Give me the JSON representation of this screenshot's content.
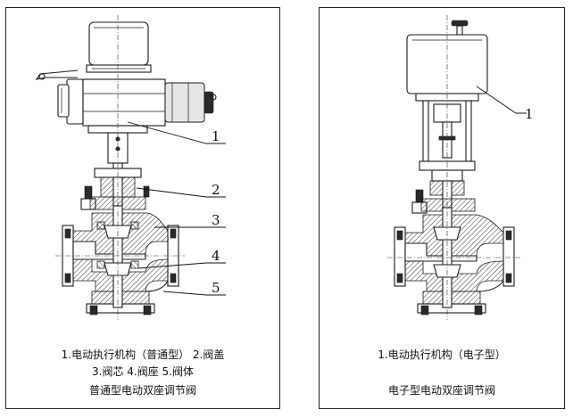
{
  "left_panel": {
    "callouts": [
      "1",
      "2",
      "3",
      "4",
      "5"
    ],
    "legend_line1": "1.电动执行机构（普通型）  2.阀盖",
    "legend_line2": "3.阀芯   4.阀座   5.阀体",
    "title": "普通型电动双座调节阀"
  },
  "right_panel": {
    "callouts": [
      "1"
    ],
    "legend_line1": "1.电动执行机构（电子型）",
    "title": "电子型电动双座调节阀"
  }
}
